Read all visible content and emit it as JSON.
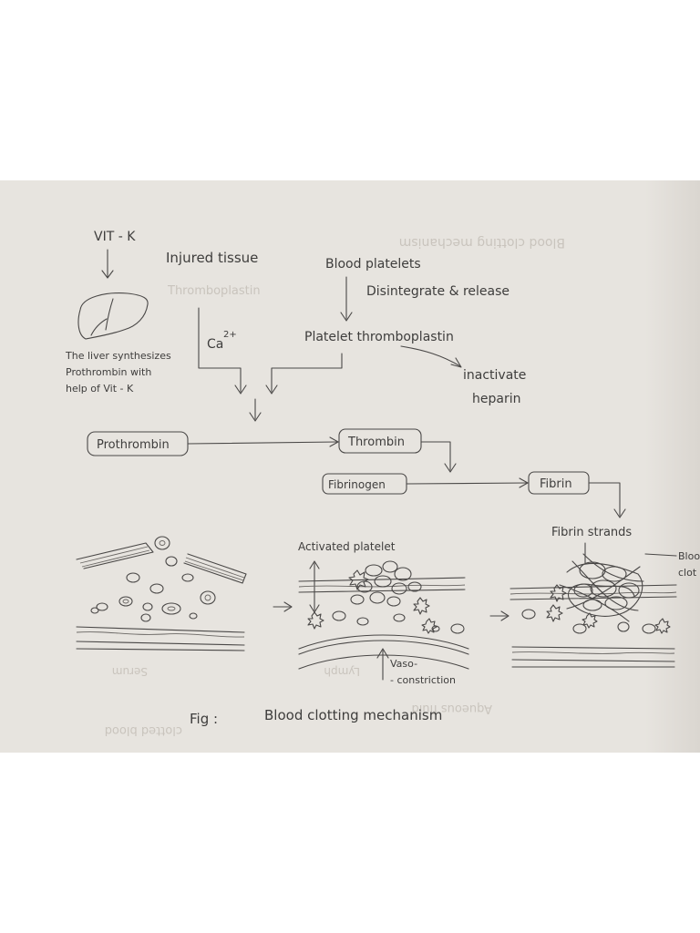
{
  "paper": {
    "background": "#e7e4df",
    "ink": "#3e3d3c",
    "ghost_ink": "#c9c4bd"
  },
  "labels": {
    "vit_k": "VIT - K",
    "injured_tissue": "Injured tissue",
    "blood_platelets": "Blood platelets",
    "disintegrate_release": "Disintegrate & release",
    "ca": "Ca",
    "ca_superscript": "2+",
    "platelet_thromboplastin": "Platelet thromboplastin",
    "inactivate": "inactivate",
    "heparin": "heparin",
    "liver_line1": "The liver synthesizes",
    "liver_line2": "Prothrombin with",
    "liver_line3": "help of Vit - K",
    "prothrombin": "Prothrombin",
    "thrombin": "Thrombin",
    "fibrinogen": "Fibrinogen",
    "fibrin": "Fibrin",
    "fibrin_strands": "Fibrin strands",
    "blood_clot_line1": "Blood",
    "blood_clot_line2": "clot",
    "activated_platelet": "Activated platelet",
    "vaso_line1": "Vaso-",
    "vaso_line2": "- constriction",
    "fig_prefix": "Fig :",
    "fig_caption": "Blood clotting mechanism"
  },
  "bleed_through": {
    "t1": "Blood clotting mechanism",
    "t2": "Thromboplastin",
    "t3": "Serum",
    "t4": "Lymph",
    "t5": "Aqueous fluid",
    "t6": "clotted blood"
  },
  "icons": {
    "liver": "liver-icon",
    "red_cell": "red-blood-cell-icon",
    "platelet": "platelet-icon",
    "arrow": "arrow-icon",
    "vessel": "blood-vessel-icon"
  }
}
